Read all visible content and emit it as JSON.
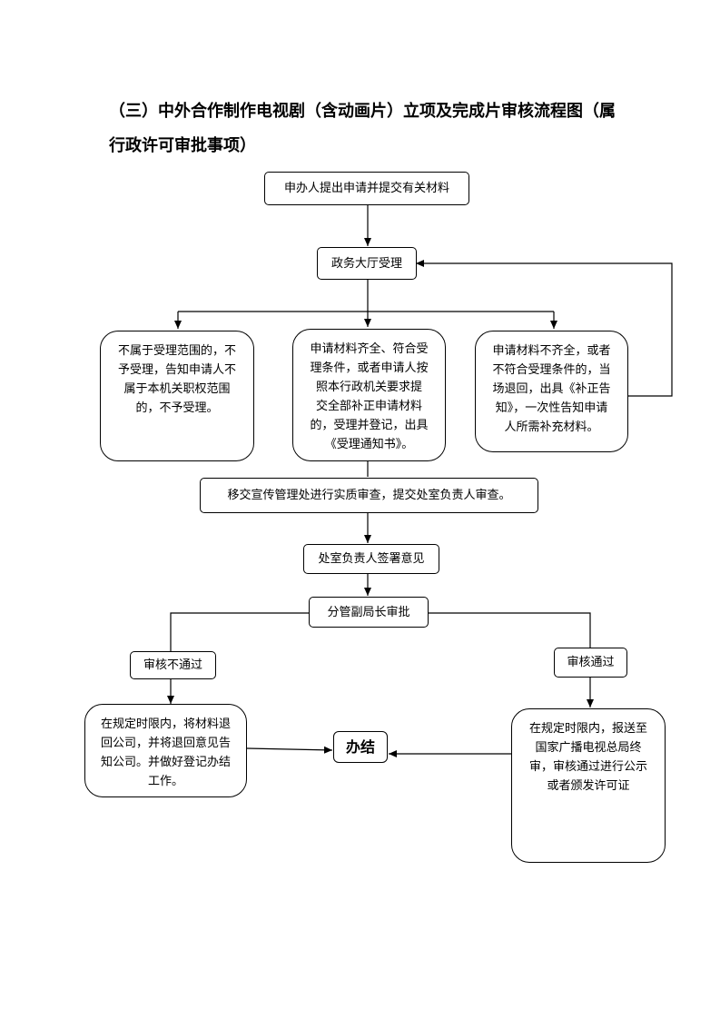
{
  "title": {
    "line1": "（三）中外合作制作电视剧（含动画片）立项及完成片审核流程图（属",
    "line2": "行政许可审批事项）"
  },
  "nodes": {
    "submit": "申办人提出申请并提交有关材料",
    "accept": "政务大厅受理",
    "reject": "不属于受理范围的，不\n予受理，告知申请人不\n属于本机关职权范围\n的，不予受理。",
    "complete": "申请材料齐全、符合受\n理条件，或者申请人按\n照本行政机关要求提\n交全部补正申请材料\n的，受理并登记，出具\n《受理通知书》。",
    "incomplete": "申请材料不齐全，或者\n不符合受理条件的，当\n场退回，出具《补正告\n知》，一次性告知申请\n人所需补充材料。",
    "transfer": "移交宣传管理处进行实质审查，提交处室负责人审查。",
    "sign": "处室负责人签署意见",
    "approve": "分管副局长审批",
    "fail": "审核不通过",
    "pass": "审核通过",
    "return_materials": "在规定时限内，将材料退\n回公司，并将退回意见告\n知公司。并做好登记办结\n工作。",
    "report": "在规定时限内，报送至\n国家广播电视总局终\n审，审核通过进行公示\n或者颁发许可证",
    "end": "办结"
  }
}
